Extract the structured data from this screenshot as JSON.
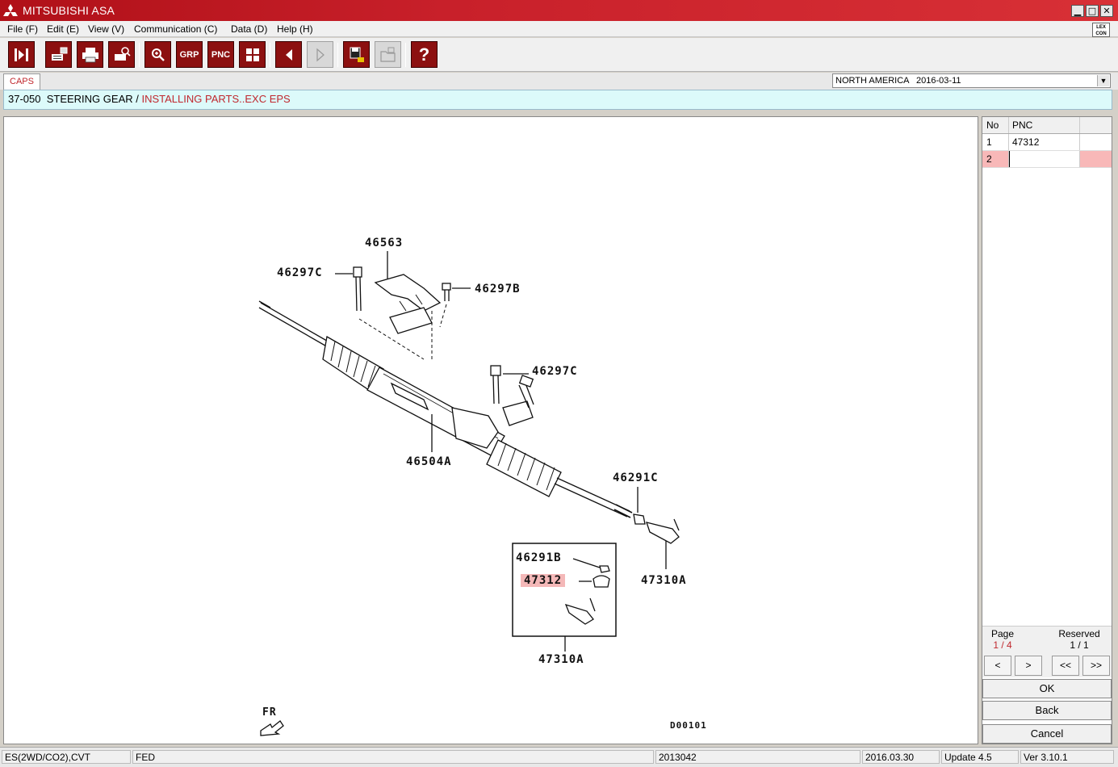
{
  "window": {
    "title": "MITSUBISHI ASA",
    "min_symbol": "▁",
    "max_symbol": "□",
    "close_symbol": "✕",
    "brand_color": "#c0282e"
  },
  "menu": {
    "items": [
      "File (F)",
      "Edit (E)",
      "View (V)",
      "Communication (C)",
      "Data (D)",
      "Help (H)"
    ],
    "lexcon_top": "LEX",
    "lexcon_bottom": "CON"
  },
  "toolbar": {
    "grp_label": "GRP",
    "pnc_label": "PNC",
    "help_label": "?"
  },
  "tabs": {
    "caps": "CAPS"
  },
  "region": {
    "value": "NORTH AMERICA   2016-03-11",
    "arrow": "▼"
  },
  "breadcrumb": {
    "code": "37-050",
    "group": "STEERING GEAR",
    "separator": " / ",
    "subgroup": "INSTALLING PARTS..EXC EPS"
  },
  "diagram": {
    "callouts": {
      "c46563": "46563",
      "c46297c_top": "46297C",
      "c46297b": "46297B",
      "c46297c_mid": "46297C",
      "c46504a": "46504A",
      "c46291c": "46291C",
      "c46291b": "46291B",
      "c47312": "47312",
      "c47310a_right": "47310A",
      "c47310a_box": "47310A",
      "fr": "FR",
      "ref": "D00101"
    }
  },
  "side": {
    "headers": {
      "no": "No",
      "pnc": "PNC"
    },
    "rows": [
      {
        "no": "1",
        "pnc": "47312"
      },
      {
        "no": "2",
        "pnc": ""
      }
    ],
    "page_label": "Page",
    "page_value": "1 / 4",
    "reserved_label": "Reserved",
    "reserved_value": "1 / 1",
    "nav": {
      "prev": "<",
      "next": ">",
      "first": "<<",
      "last": ">>"
    },
    "ok": "OK",
    "back": "Back",
    "cancel": "Cancel"
  },
  "status": {
    "model": "ES(2WD/CO2),CVT",
    "spec": "FED",
    "catalog": "2013042",
    "date": "2016.03.30",
    "update": "Update 4.5",
    "version": "Ver 3.10.1"
  }
}
